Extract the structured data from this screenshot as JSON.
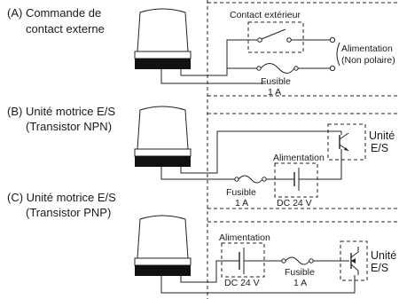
{
  "sections": [
    {
      "title_line1": "(A) Commande de",
      "title_line2": "contact externe",
      "contact_label": "Contact extérieur",
      "power_label_line1": "Alimentation",
      "power_label_line2": "(Non polaire)",
      "fuse_label_line1": "Fusible",
      "fuse_label_line2": "1 A"
    },
    {
      "title_line1": "(B) Unité motrice E/S",
      "title_line2": "(Transistor NPN)",
      "power_label": "Alimentation",
      "dc_label": "DC 24 V",
      "fuse_label_line1": "Fusible",
      "fuse_label_line2": "1 A",
      "unit_label_line1": "Unité",
      "unit_label_line2": "E/S"
    },
    {
      "title_line1": "(C) Unité motrice E/S",
      "title_line2": "(Transistor PNP)",
      "power_label": "Alimentation",
      "dc_label": "DC 24 V",
      "fuse_label_line1": "Fusible",
      "fuse_label_line2": "1 A",
      "unit_label_line1": "Unité",
      "unit_label_line2": "E/S"
    }
  ]
}
